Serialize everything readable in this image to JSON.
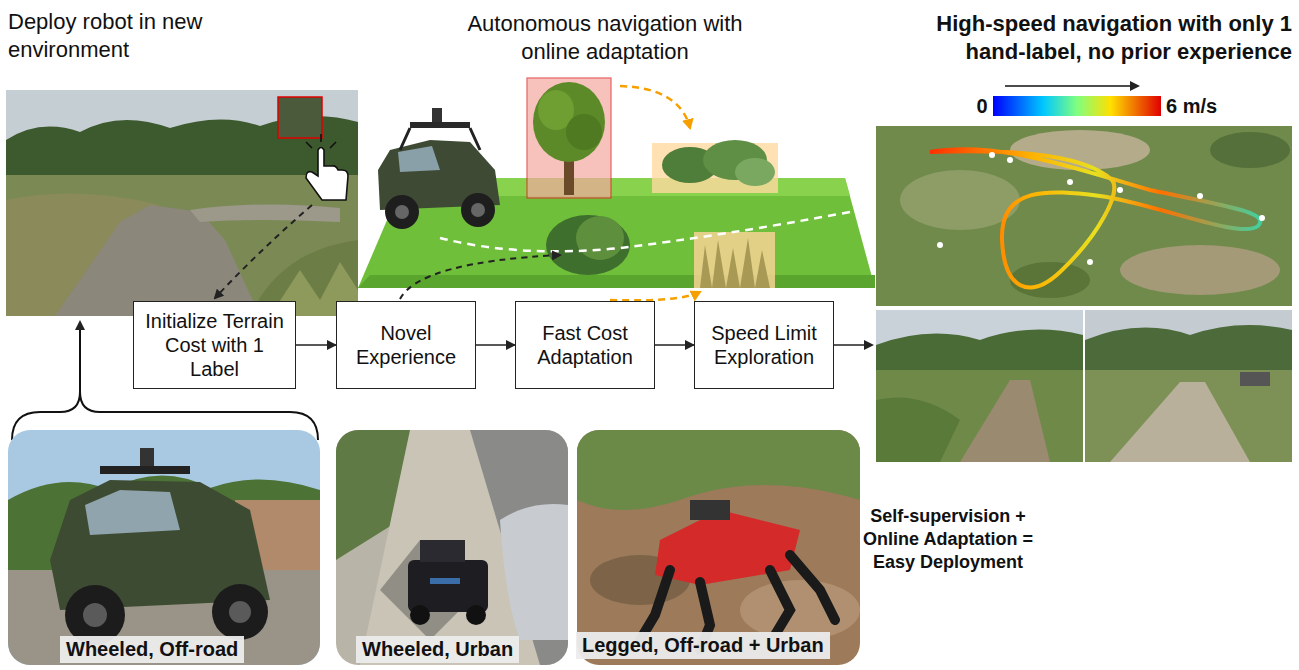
{
  "diagram": {
    "nodes": [
      {
        "text": [
          "Initialize Terrain Cost with 1 Label"
        ]
      },
      {
        "text": [
          "Novel Experience"
        ]
      },
      {
        "text": [
          "Fast Cost Adaptation"
        ]
      },
      {
        "text": [
          "Speed Limit Exploration"
        ]
      }
    ],
    "edges": [
      {
        "from": 0,
        "to": 1,
        "arrow": "to"
      },
      {
        "from": 1,
        "to": 2,
        "arrow": "to"
      },
      {
        "from": 2,
        "to": 3,
        "arrow": "to"
      }
    ],
    "labels": [
      "Deploy robot in new environment",
      "Autonomous navigation with online adaptation",
      "High-speed navigation with only 1 hand-label, no prior experience",
      "0",
      "6 m/s",
      "Wheeled, Off-road",
      "Wheeled, Urban",
      "Legged, Off-road + Urban",
      "Self-supervision + Online Adaptation = Easy Deployment"
    ]
  }
}
